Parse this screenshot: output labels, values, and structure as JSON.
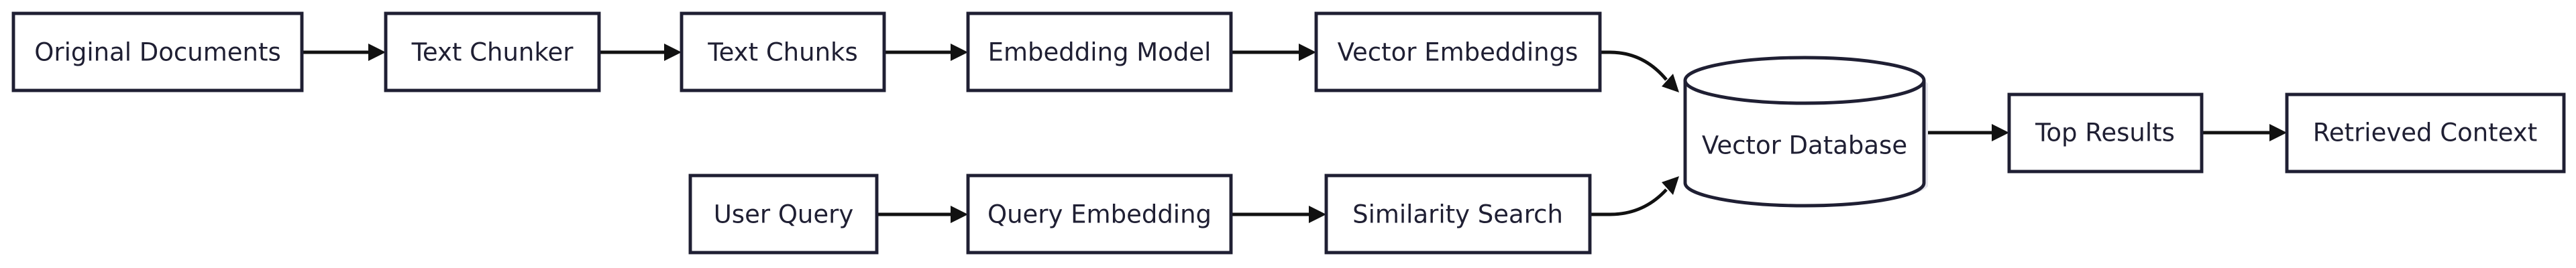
{
  "diagram": {
    "type": "flowchart",
    "direction": "left-to-right",
    "colors": {
      "node_fill": "#ffffff",
      "node_stroke": "#1f1f33",
      "text": "#1f1f33",
      "edge": "#111111",
      "shadow": "#e4e4ec"
    },
    "nodes": {
      "original_documents": {
        "label": "Original Documents",
        "shape": "rectangle"
      },
      "text_chunker": {
        "label": "Text Chunker",
        "shape": "rectangle"
      },
      "text_chunks": {
        "label": "Text Chunks",
        "shape": "rectangle"
      },
      "embedding_model": {
        "label": "Embedding Model",
        "shape": "rectangle"
      },
      "vector_embeddings": {
        "label": "Vector Embeddings",
        "shape": "rectangle"
      },
      "vector_database": {
        "label": "Vector Database",
        "shape": "cylinder"
      },
      "top_results": {
        "label": "Top Results",
        "shape": "rectangle"
      },
      "retrieved_context": {
        "label": "Retrieved Context",
        "shape": "rectangle"
      },
      "user_query": {
        "label": "User Query",
        "shape": "rectangle"
      },
      "query_embedding": {
        "label": "Query Embedding",
        "shape": "rectangle"
      },
      "similarity_search": {
        "label": "Similarity Search",
        "shape": "rectangle"
      }
    },
    "edges": [
      {
        "from": "original_documents",
        "to": "text_chunker"
      },
      {
        "from": "text_chunker",
        "to": "text_chunks"
      },
      {
        "from": "text_chunks",
        "to": "embedding_model"
      },
      {
        "from": "embedding_model",
        "to": "vector_embeddings"
      },
      {
        "from": "vector_embeddings",
        "to": "vector_database"
      },
      {
        "from": "user_query",
        "to": "query_embedding"
      },
      {
        "from": "query_embedding",
        "to": "similarity_search"
      },
      {
        "from": "similarity_search",
        "to": "vector_database"
      },
      {
        "from": "vector_database",
        "to": "top_results"
      },
      {
        "from": "top_results",
        "to": "retrieved_context"
      }
    ]
  }
}
